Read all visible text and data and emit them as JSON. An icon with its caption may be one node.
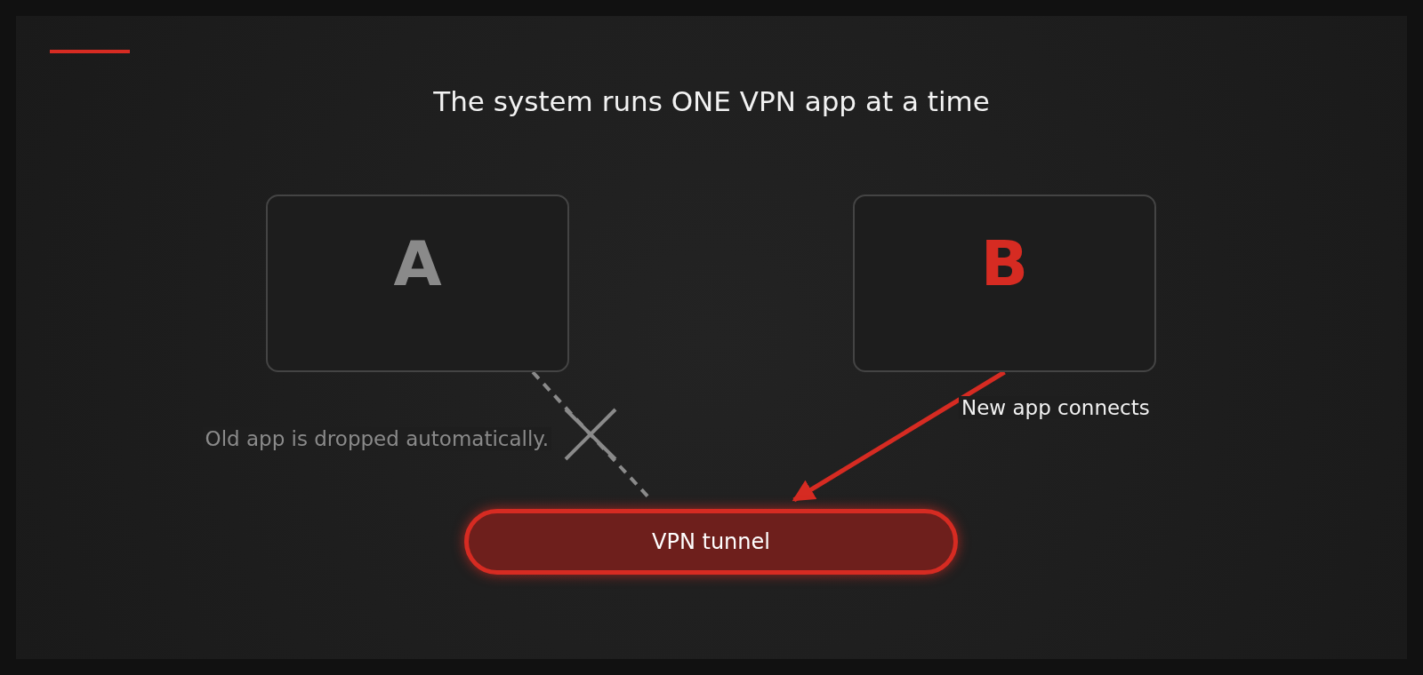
{
  "diagram": {
    "title": "The system runs ONE VPN app at a time",
    "nodes": [
      {
        "text": [
          "A"
        ]
      },
      {
        "text": [
          "B"
        ]
      },
      {
        "text": [
          "VPN tunnel"
        ]
      }
    ],
    "edges": [
      {
        "from": 0,
        "to": 2,
        "arrow": "none",
        "label": "Old app is dropped automatically.",
        "style": "dashed",
        "color": "#8a8a8a"
      },
      {
        "from": 1,
        "to": 2,
        "arrow": "to",
        "label": "New app connects",
        "color": "#d62b22"
      }
    ]
  }
}
